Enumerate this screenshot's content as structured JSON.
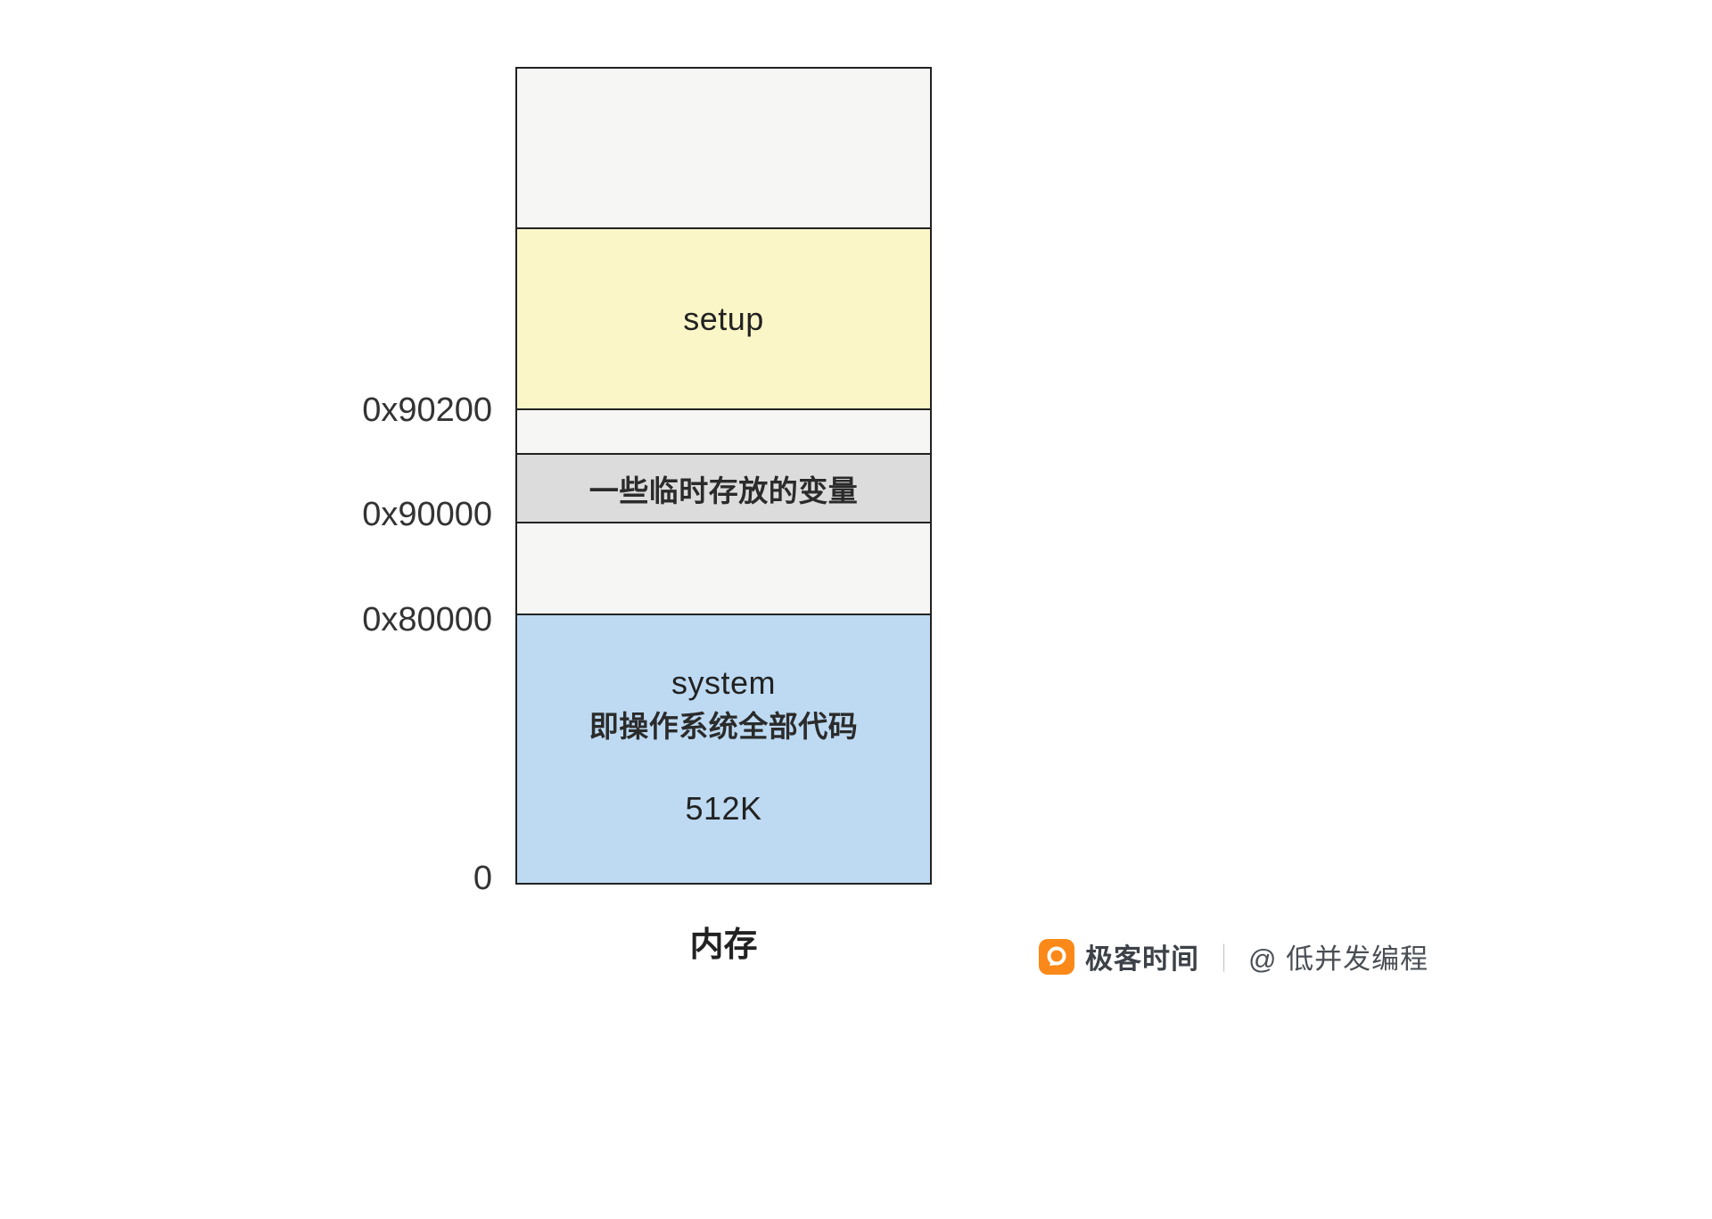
{
  "diagram": {
    "caption": "内存",
    "regions": {
      "free_top": {
        "label": ""
      },
      "setup": {
        "label": "setup",
        "fill": "#fbf6c8"
      },
      "temp_vars": {
        "label": "一些临时存放的变量",
        "fill": "#dcdcdc"
      },
      "system": {
        "label": "system",
        "description": "即操作系统全部代码",
        "size": "512K",
        "fill": "#bedaf2"
      },
      "empty_fill": "#f6f6f4",
      "border_color": "#222222"
    },
    "addresses": {
      "a90200": "0x90200",
      "a90000": "0x90000",
      "a80000": "0x80000",
      "zero": "0"
    }
  },
  "footer": {
    "brand": "极客时间",
    "divider": "｜",
    "attribution": "@ 低并发编程",
    "logo_color": "#fa8919"
  }
}
